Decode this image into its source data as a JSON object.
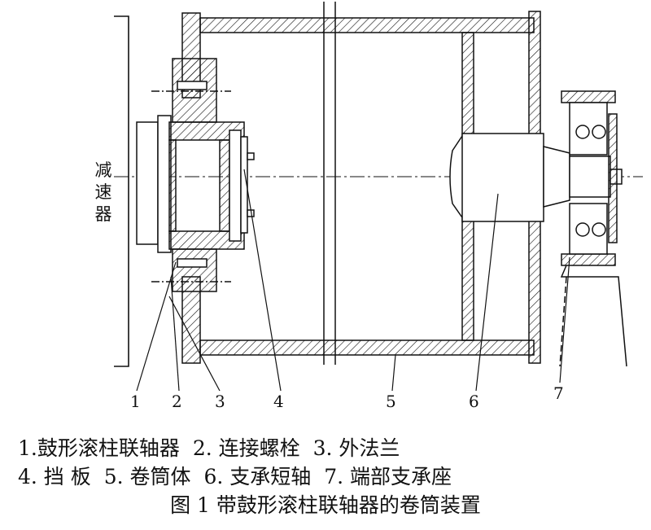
{
  "side_label": [
    "减",
    "速",
    "器"
  ],
  "callout_numbers": [
    "1",
    "2",
    "3",
    "4",
    "5",
    "6",
    "7"
  ],
  "legend": [
    "1.鼓形滚柱联轴器",
    "2. 连接螺栓",
    "3. 外法兰",
    "4.  挡 板",
    "5. 卷筒体",
    "6.  支承短轴",
    "7. 端部支承座"
  ],
  "figure_title": "图 1 带鼓形滚柱联轴器的卷筒装置"
}
